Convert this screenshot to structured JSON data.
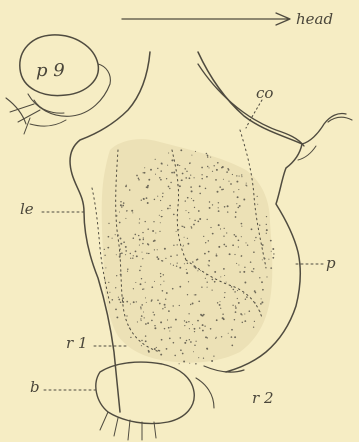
{
  "figure": {
    "orientation_label": "head",
    "labels": {
      "p9": "p 9",
      "co": "co",
      "le": "le",
      "p": "p",
      "r1": "r 1",
      "r2": "r 2",
      "b": "b"
    },
    "colors": {
      "background": "#f6edc4",
      "ink": "#4f4b3f",
      "shading": "#e9dfb8"
    }
  }
}
